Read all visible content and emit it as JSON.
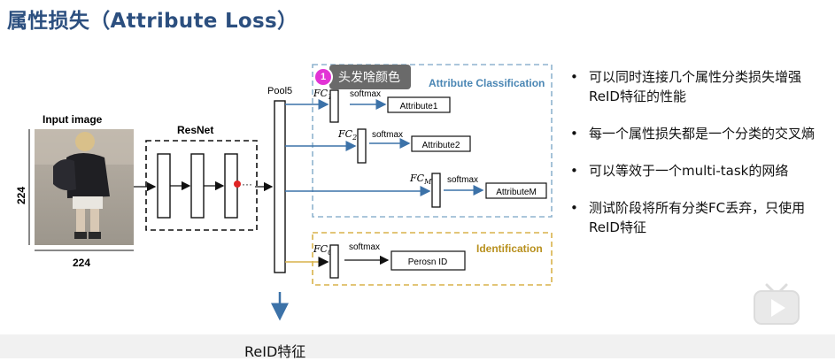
{
  "title": "属性损失（Attribute Loss）",
  "diagram": {
    "input_label": "Input image",
    "dim_vertical": "224",
    "dim_horizontal": "224",
    "resnet_label": "ResNet",
    "pool_label": "Pool5",
    "softmax": "softmax",
    "fc1": "FC",
    "fc1_sub": "1",
    "fc2": "FC",
    "fc2_sub": "2",
    "fcm": "FC",
    "fcm_sub": "M",
    "fc0": "FC",
    "fc0_sub": "0",
    "attr1": "Attribute1",
    "attr2": "Attribute2",
    "attrM": "AttributeM",
    "person_id": "Perosn ID",
    "attr_group_title": "Attribute Classification",
    "id_group_title": "Identification"
  },
  "tooltip": {
    "index": "1",
    "text": "头发啥颜色"
  },
  "reid_feature": "ReID特征",
  "bullets": [
    "可以同时连接几个属性分类损失增强ReID特征的性能",
    "每一个属性损失都是一个分类的交叉熵",
    "可以等效于一个multi-task的网络",
    "测试阶段将所有分类FC丢弃，只使用ReID特征"
  ],
  "colors": {
    "title": "#2c4f7f",
    "attr_box": "#8fb4cf",
    "attr_title": "#4a86b4",
    "id_box": "#d8b24a",
    "id_title": "#b8901e",
    "arrow_blue": "#3c72a8",
    "red_dot": "#e02424"
  }
}
